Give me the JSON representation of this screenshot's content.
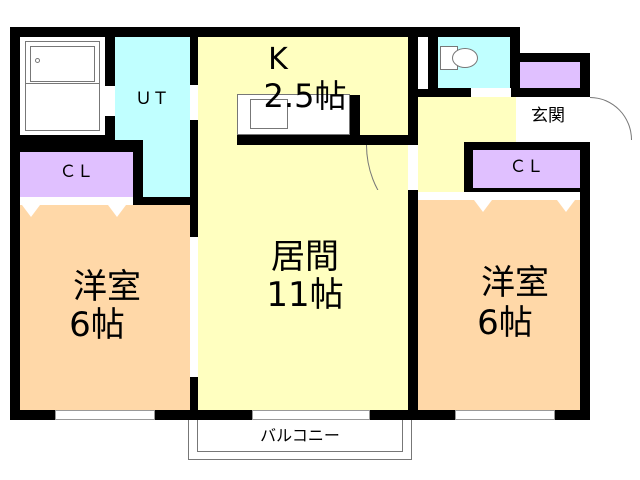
{
  "rooms": {
    "kitchen": {
      "name": "K",
      "size": "2.5帖"
    },
    "utility": {
      "name": "ＵＴ"
    },
    "living": {
      "name": "居間",
      "size": "11帖"
    },
    "bedroom_left": {
      "name": "洋室",
      "size": "6帖"
    },
    "bedroom_right": {
      "name": "洋室",
      "size": "6帖"
    },
    "closet_left": {
      "name": "ＣＬ"
    },
    "closet_right": {
      "name": "ＣＬ"
    },
    "entrance": {
      "name": "玄関"
    },
    "balcony": {
      "name": "バルコニー"
    }
  },
  "colors": {
    "wall": "#000000",
    "living": "#ffffc0",
    "bedroom": "#ffd8a8",
    "wet": "#c0ffff",
    "closet": "#e0c0ff"
  }
}
